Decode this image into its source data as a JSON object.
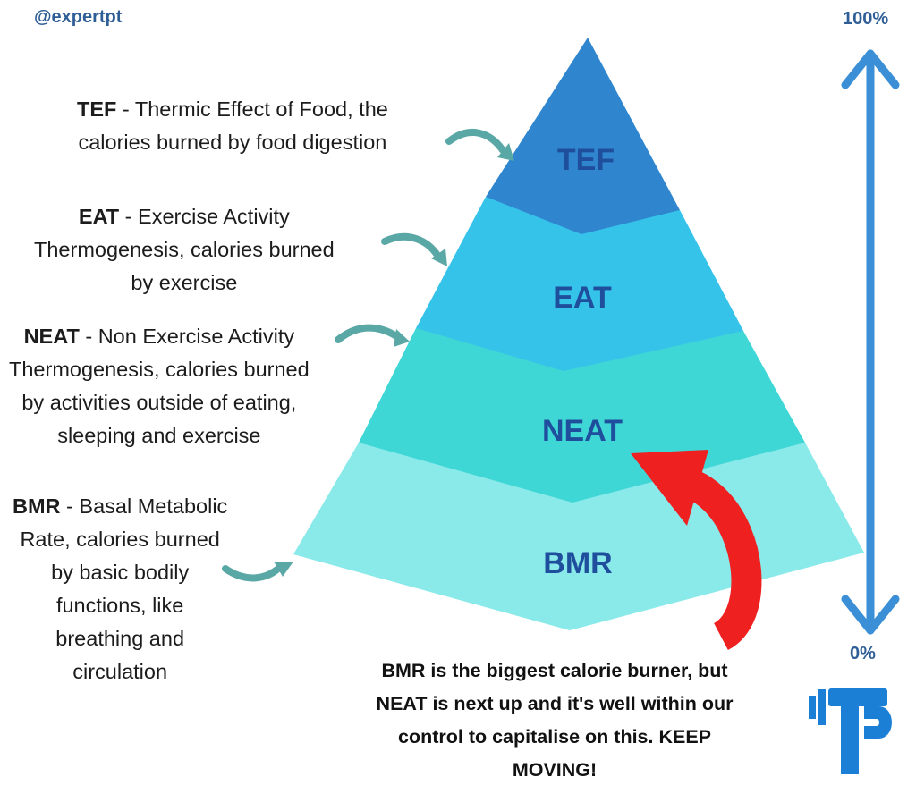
{
  "handle": "@expertpt",
  "scale": {
    "top": "100%",
    "bottom": "0%"
  },
  "layers": [
    {
      "label": "TEF",
      "color": "#2f86cf"
    },
    {
      "label": "EAT",
      "color": "#36c3ea"
    },
    {
      "label": "NEAT",
      "color": "#3fd6d6"
    },
    {
      "label": "BMR",
      "color": "#8aeaea"
    }
  ],
  "descriptions": {
    "tef": {
      "term": "TEF",
      "line1": " - Thermic Effect of Food, the",
      "line2": "calories burned by food digestion"
    },
    "eat": {
      "term": "EAT",
      "line1": " - Exercise Activity",
      "line2": "Thermogenesis, calories burned",
      "line3": "by exercise"
    },
    "neat": {
      "term": "NEAT",
      "line1": " - Non Exercise Activity",
      "line2": "Thermogenesis, calories burned",
      "line3": "by activities outside of eating,",
      "line4": "sleeping and exercise"
    },
    "bmr": {
      "term": "BMR",
      "line1": " - Basal Metabolic",
      "line2": "Rate, calories burned",
      "line3": "by basic bodily",
      "line4": "functions, like",
      "line5": "breathing and",
      "line6": "circulation"
    }
  },
  "note": {
    "line1": "BMR is the biggest calorie burner, but",
    "line2": "NEAT is next up and it's well within our",
    "line3": "control to capitalise on this. KEEP",
    "line4": "MOVING!"
  },
  "colors": {
    "accent_text": "#2f5e96",
    "scale_arrow": "#3a8fd6",
    "curved_arrow": "#5aa8a6",
    "red_arrow": "#ef2020",
    "logo": "#1c7fd6"
  },
  "icons": [
    "double-arrow-icon",
    "curved-arrow-icon",
    "red-arrow-icon",
    "tp-logo-icon"
  ]
}
